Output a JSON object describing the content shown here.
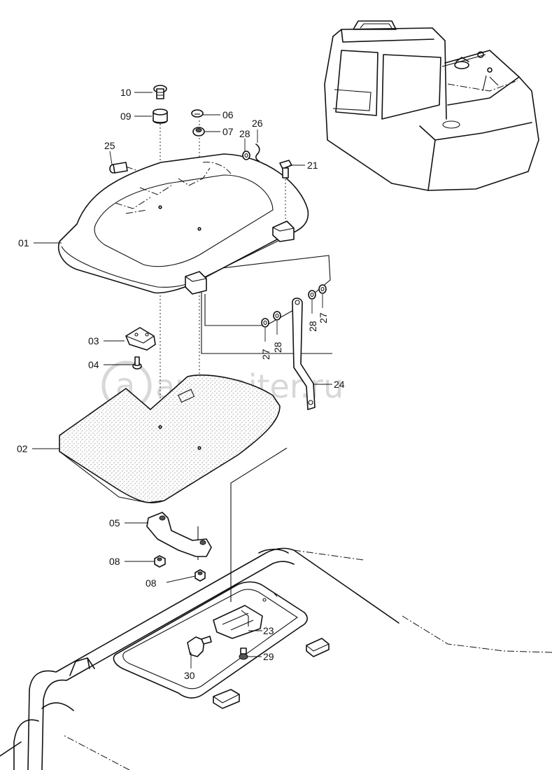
{
  "watermark": {
    "text": "autopiter.ru",
    "logo_text": "a"
  },
  "callouts": [
    "10",
    "09",
    "06",
    "07",
    "28",
    "26",
    "25",
    "21",
    "01",
    "03",
    "04",
    "28",
    "27",
    "28",
    "27",
    "24",
    "02",
    "05",
    "08",
    "08",
    "23",
    "29",
    "30"
  ]
}
